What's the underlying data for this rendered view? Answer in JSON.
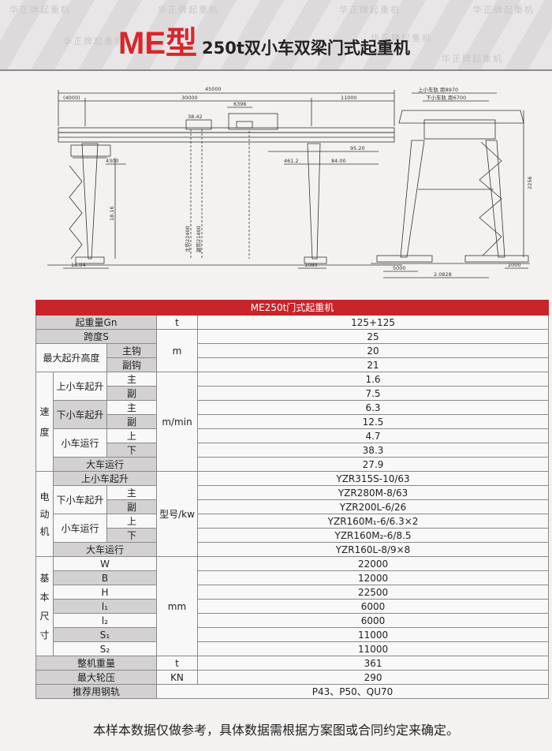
{
  "header": {
    "model": "ME型",
    "subtitle": "250t双小车双梁门式起重机",
    "watermark": "华正牌起重机"
  },
  "drawing": {
    "dims": {
      "total_span_left": "45000",
      "cantilever_left": "(4000)",
      "span_mid": "30000",
      "cantilever_right": "11000",
      "trolley_gauge": "6396",
      "dim_3842": "38.42",
      "dim_9520": "95.20",
      "dim_8400": "84.00",
      "dim_4612": "461.2",
      "dim_4300": "4300",
      "dim_1604": "16.04",
      "dim_1080": "1080",
      "dim_side_8970": "上小车轨 距8970",
      "dim_side_6700": "下小车轨 距6700",
      "dim_5000": "5000",
      "dim_20828": "2.0828",
      "dim_2000": "2000",
      "height_left": "18.16",
      "height_right": "2256",
      "hook_main": "主钩22400",
      "hook_aux": "副钩21400"
    }
  },
  "table": {
    "title": "ME250t门式起重机",
    "rows": {
      "load": {
        "label": "起重量Gn",
        "unit": "t",
        "value": "125+125"
      },
      "span": {
        "label": "跨度S",
        "value": "25"
      },
      "lift_group": "最大起升高度",
      "lift_main": {
        "label": "主钩",
        "value": "20"
      },
      "lift_aux": {
        "label": "副钩",
        "value": "21"
      },
      "unit_m": "m",
      "speed_group": "速度",
      "up_trolley_lift": "上小车起升",
      "up_main": {
        "label": "主",
        "value": "1.6"
      },
      "up_aux": {
        "label": "副",
        "value": "7.5"
      },
      "down_trolley_lift": "下小车起升",
      "down_main": {
        "label": "主",
        "value": "6.3"
      },
      "down_aux": {
        "label": "副",
        "value": "12.5"
      },
      "trolley_travel": "小车运行",
      "tt_up": {
        "label": "上",
        "value": "4.7"
      },
      "tt_down": {
        "label": "下",
        "value": "38.3"
      },
      "crane_travel": {
        "label": "大车运行",
        "value": "27.9"
      },
      "unit_speed": "m/min",
      "motor_group": "电动机",
      "unit_motor": "型号/kw",
      "m_up_lift": {
        "label": "上小车起升",
        "value": "YZR315S-10/63"
      },
      "m_down_lift": "下小车起升",
      "m_down_main": {
        "label": "主",
        "value": "YZR280M-8/63"
      },
      "m_down_aux": {
        "label": "副",
        "value": "YZR200L-6/26"
      },
      "m_trolley": "小车运行",
      "m_tt_up": {
        "label": "上",
        "value": "YZR160M₁-6/6.3×2"
      },
      "m_tt_down": {
        "label": "下",
        "value": "YZR160M₂-6/8.5"
      },
      "m_crane": {
        "label": "大车运行",
        "value": "YZR160L-8/9×8"
      },
      "size_group": "基本尺寸",
      "unit_mm": "mm",
      "W": {
        "label": "W",
        "value": "22000"
      },
      "B": {
        "label": "B",
        "value": "12000"
      },
      "H": {
        "label": "H",
        "value": "22500"
      },
      "l1": {
        "label": "l₁",
        "value": "6000"
      },
      "l2": {
        "label": "l₂",
        "value": "6000"
      },
      "S1": {
        "label": "S₁",
        "value": "11000"
      },
      "S2": {
        "label": "S₂",
        "value": "11000"
      },
      "weight": {
        "label": "整机重量",
        "unit": "t",
        "value": "361"
      },
      "wheel": {
        "label": "最大轮压",
        "unit": "KN",
        "value": "290"
      },
      "rail": {
        "label": "推荐用钢轨",
        "value": "P43、P50、QU70"
      }
    }
  },
  "footnote": "本样本数据仅做参考，具体数据需根据方案图或合同约定来确定。"
}
